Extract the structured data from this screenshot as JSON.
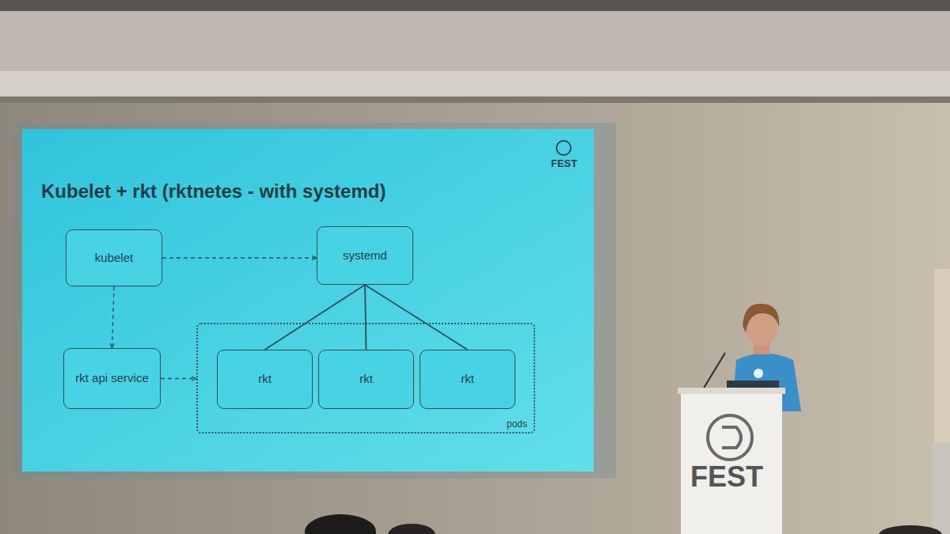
{
  "diagram": {
    "title": "Kubelet + rkt (rktnetes - with systemd)",
    "nodes": [
      {
        "text": [
          "kubelet"
        ]
      },
      {
        "text": [
          "systemd"
        ]
      },
      {
        "text": [
          "rkt api service"
        ]
      },
      {
        "text": [
          "pods"
        ]
      },
      {
        "text": [
          "rkt"
        ],
        "in": 3
      },
      {
        "text": [
          "rkt"
        ],
        "in": 3
      },
      {
        "text": [
          "rkt"
        ],
        "in": 3
      }
    ],
    "edges": [
      {
        "from": 0,
        "to": 1,
        "arrow": "to"
      },
      {
        "from": 0,
        "to": 2,
        "arrow": "to"
      },
      {
        "from": 2,
        "to": 3,
        "arrow": "to"
      },
      {
        "from": 1,
        "to": 4,
        "arrow": "none"
      },
      {
        "from": 1,
        "to": 5,
        "arrow": "none"
      },
      {
        "from": 1,
        "to": 6,
        "arrow": "none"
      }
    ],
    "labels": [
      "FEST",
      "FEST"
    ]
  }
}
